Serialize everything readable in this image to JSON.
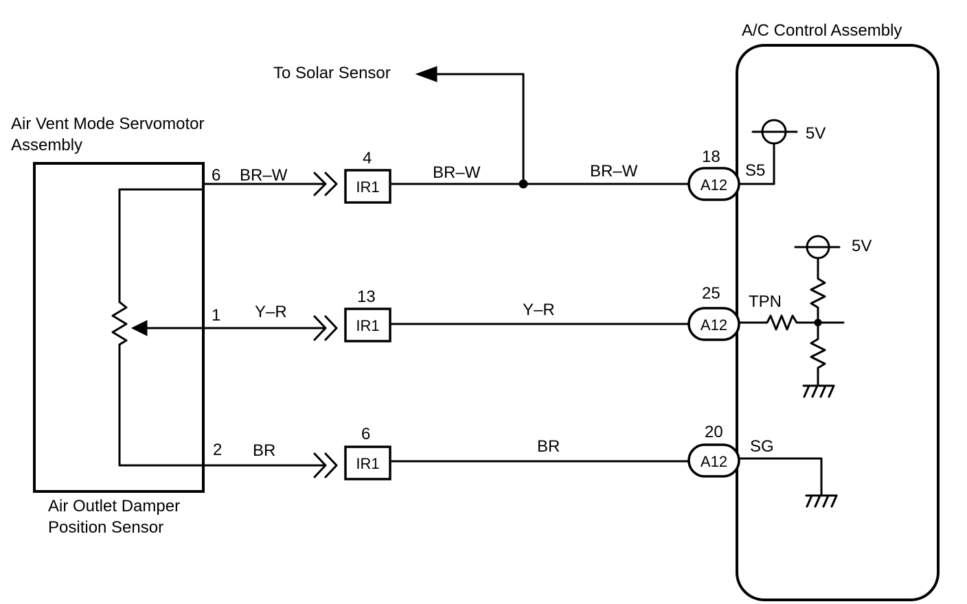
{
  "labels": {
    "ac_control": "A/C Control Assembly",
    "to_solar": "To Solar Sensor",
    "servo_line1": "Air Vent Mode Servomotor",
    "servo_line2": "Assembly",
    "damper_line1": "Air Outlet Damper",
    "damper_line2": "Position Sensor"
  },
  "circuits": [
    {
      "pin": "6",
      "wire_left": "BR–W",
      "ir_pin": "4",
      "ir": "IR1",
      "wire_mid": "BR–W",
      "wire_right": "BR–W",
      "a12_pin": "18",
      "a12": "A12",
      "terminal": "S5"
    },
    {
      "pin": "1",
      "wire_left": "Y–R",
      "ir_pin": "13",
      "ir": "IR1",
      "wire_mid": "Y–R",
      "a12_pin": "25",
      "a12": "A12",
      "terminal": "TPN"
    },
    {
      "pin": "2",
      "wire_left": "BR",
      "ir_pin": "6",
      "ir": "IR1",
      "wire_mid": "BR",
      "a12_pin": "20",
      "a12": "A12",
      "terminal": "SG"
    }
  ],
  "supplies": {
    "s5": "5V",
    "tpn": "5V"
  }
}
